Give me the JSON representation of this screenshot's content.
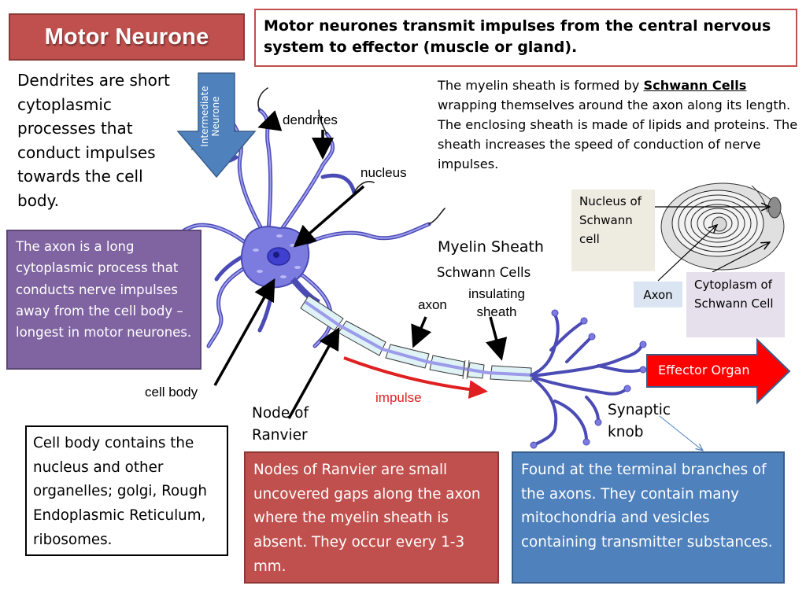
{
  "title": "Motor Neurone",
  "intro": "Motor neurones transmit impulses from the central nervous system to effector (muscle or gland).",
  "dendrites_description": "Dendrites are short cytoplasmic processes that conduct impulses towards the cell body.",
  "myelin_description": {
    "before": "The myelin sheath is formed by ",
    "highlight": "Schwann Cells",
    "after": " wrapping themselves around the axon along its length. The enclosing sheath is made of lipids and proteins. The sheath increases the speed of conduction of nerve impulses."
  },
  "axon_description": "The axon is a long cytoplasmic process that conducts nerve impulses away from the cell body – longest in motor neurones.",
  "cell_body_description": "Cell body contains the nucleus and other organelles; golgi, Rough Endoplasmic Reticulum, ribosomes.",
  "nodes_description": "Nodes of Ranvier are small uncovered gaps along the axon where the myelin sheath is absent. They occur every 1-3 mm.",
  "synaptic_description": "Found at the terminal branches of the axons. They contain many mitochondria and vesicles containing transmitter substances.",
  "input_arrow": {
    "line1": "Intermediate",
    "line2": "Neurone",
    "color": "#4f81bd"
  },
  "output_arrow": {
    "label": "Effector Organ",
    "color": "#ff0000"
  },
  "diagram_labels": {
    "dendrites": "dendrites",
    "nucleus": "nucleus",
    "axon": "axon",
    "insulating_sheath_1": "insulating",
    "insulating_sheath_2": "sheath",
    "impulse": "impulse",
    "cell_body": "cell body",
    "node_of_ranvier_1": "Node of",
    "node_of_ranvier_2": "Ranvier",
    "myelin_sheath": "Myelin Sheath",
    "schwann_cells": "Schwann Cells",
    "synaptic_knob_1": "Synaptic",
    "synaptic_knob_2": "knob"
  },
  "schwann_inset": {
    "nucleus_label": "Nucleus of Schwann cell",
    "axon_label": "Axon",
    "cytoplasm_label": "Cytoplasm of Schwann Cell"
  },
  "colors": {
    "title_red": "#c0504d",
    "purple_box": "#8064a2",
    "blue_box": "#4f81bd",
    "neuron_fill": "#7b7be0",
    "impulse_red": "#e02020"
  }
}
